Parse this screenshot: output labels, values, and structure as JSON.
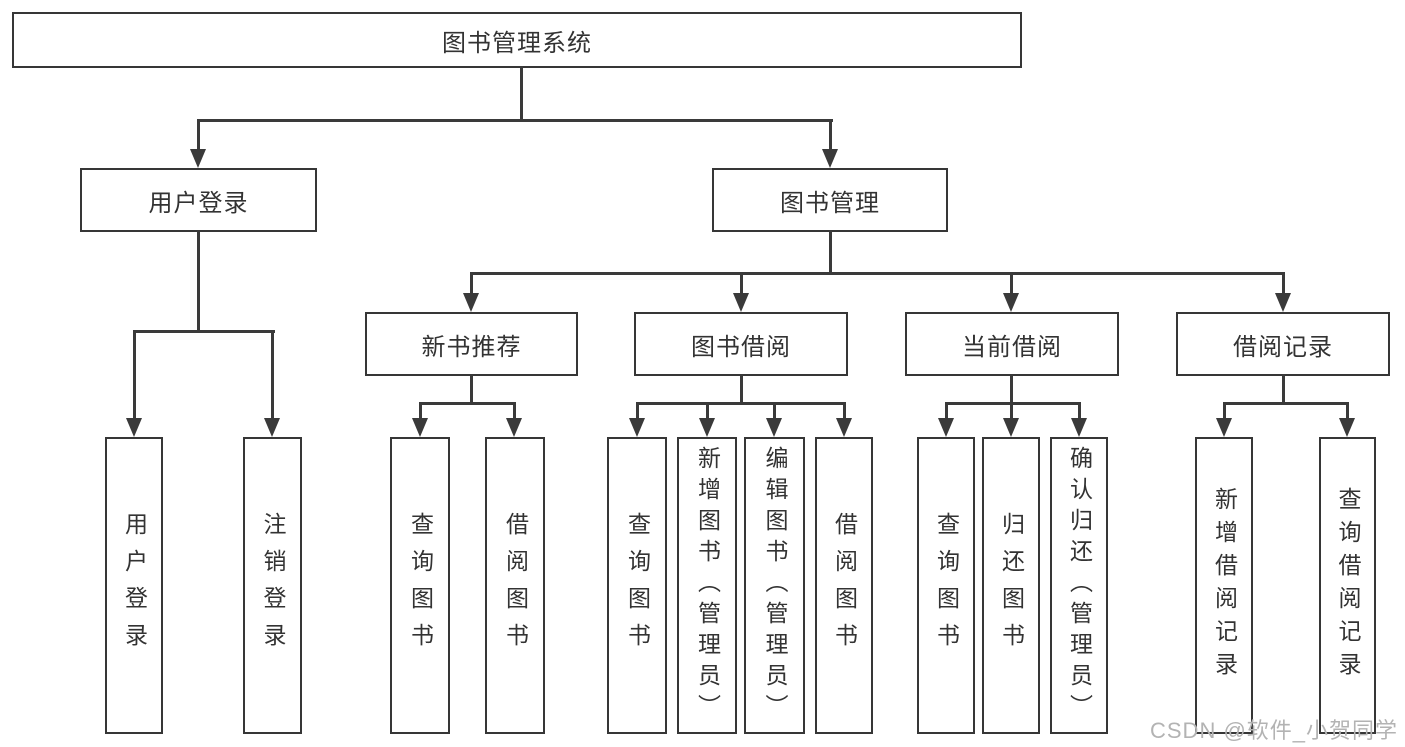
{
  "diagram": {
    "root": {
      "label": "图书管理系统"
    },
    "branches": {
      "user_login": {
        "label": "用户登录",
        "leaves": [
          {
            "label": "用户登录"
          },
          {
            "label": "注销登录"
          }
        ]
      },
      "book_management": {
        "label": "图书管理",
        "sections": {
          "new_book": {
            "label": "新书推荐",
            "leaves": [
              {
                "label": "查询图书"
              },
              {
                "label": "借阅图书"
              }
            ]
          },
          "borrowing": {
            "label": "图书借阅",
            "leaves": [
              {
                "label": "查询图书"
              },
              {
                "label": "新增图书（管理员）"
              },
              {
                "label": "编辑图书（管理员）"
              },
              {
                "label": "借阅图书"
              }
            ]
          },
          "current": {
            "label": "当前借阅",
            "leaves": [
              {
                "label": "查询图书"
              },
              {
                "label": "归还图书"
              },
              {
                "label": "确认归还（管理员）"
              }
            ]
          },
          "records": {
            "label": "借阅记录",
            "leaves": [
              {
                "label": "新增借阅记录"
              },
              {
                "label": "查询借阅记录"
              }
            ]
          }
        }
      }
    }
  },
  "watermark": {
    "text": "CSDN @软件_小贺同学"
  },
  "colors": {
    "line": "#3a3a3a",
    "box_border": "#363636",
    "box_fill": "#ffffff",
    "text": "#333333",
    "watermark": "#b3b3b3",
    "background": "#ffffff"
  }
}
